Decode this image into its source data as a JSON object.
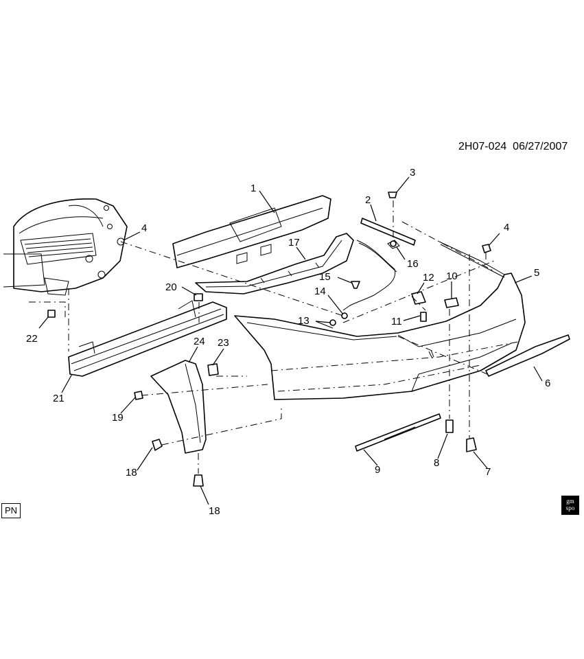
{
  "diagram_code": "2H07-024",
  "diagram_date": "06/27/2007",
  "pn_badge": "PN",
  "logo_text": [
    "gm",
    "spo"
  ],
  "callouts": [
    {
      "id": "c1",
      "label": "1"
    },
    {
      "id": "c2",
      "label": "2"
    },
    {
      "id": "c3",
      "label": "3"
    },
    {
      "id": "c4a",
      "label": "4"
    },
    {
      "id": "c4b",
      "label": "4"
    },
    {
      "id": "c5",
      "label": "5"
    },
    {
      "id": "c6",
      "label": "6"
    },
    {
      "id": "c7",
      "label": "7"
    },
    {
      "id": "c8",
      "label": "8"
    },
    {
      "id": "c9",
      "label": "9"
    },
    {
      "id": "c10",
      "label": "10"
    },
    {
      "id": "c11",
      "label": "11"
    },
    {
      "id": "c12",
      "label": "12"
    },
    {
      "id": "c13",
      "label": "13"
    },
    {
      "id": "c14",
      "label": "14"
    },
    {
      "id": "c15",
      "label": "15"
    },
    {
      "id": "c16",
      "label": "16"
    },
    {
      "id": "c17",
      "label": "17"
    },
    {
      "id": "c18a",
      "label": "18"
    },
    {
      "id": "c18b",
      "label": "18"
    },
    {
      "id": "c19",
      "label": "19"
    },
    {
      "id": "c20",
      "label": "20"
    },
    {
      "id": "c21",
      "label": "21"
    },
    {
      "id": "c22",
      "label": "22"
    },
    {
      "id": "c23",
      "label": "23"
    },
    {
      "id": "c24",
      "label": "24"
    }
  ]
}
